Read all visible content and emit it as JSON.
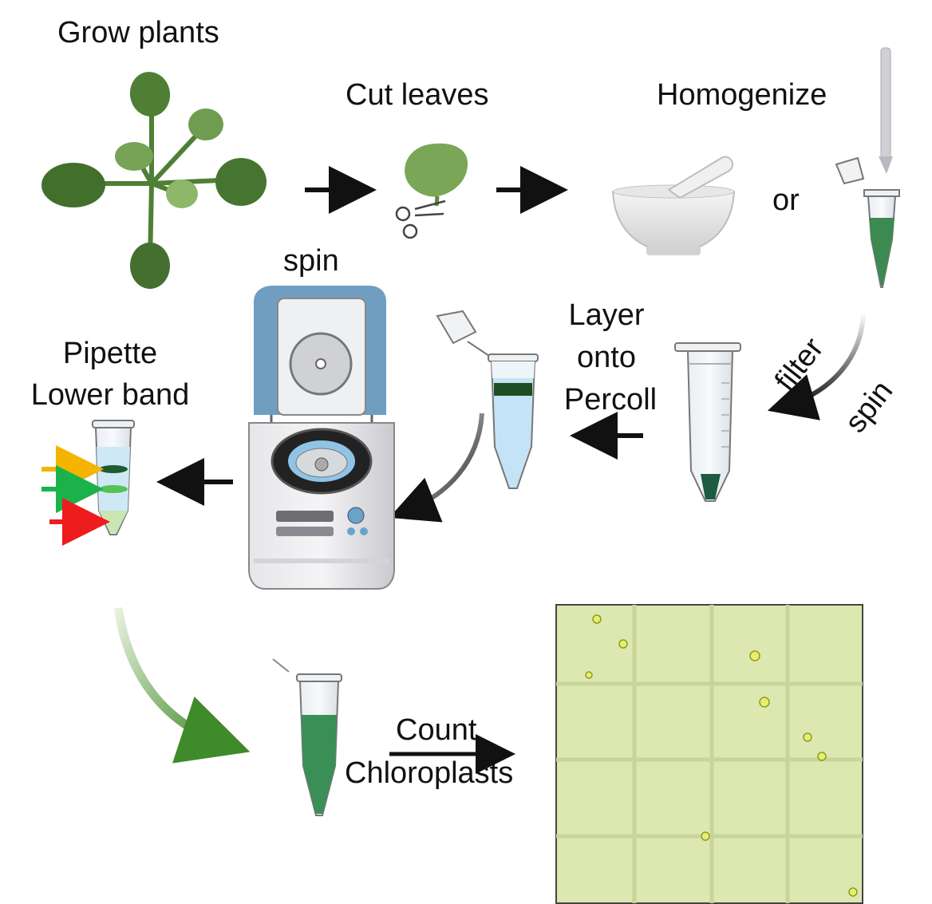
{
  "steps": {
    "grow": "Grow plants",
    "cut": "Cut leaves",
    "homogenize": "Homogenize",
    "or": "or",
    "filter": "filter",
    "spin2": "spin",
    "layer_1": "Layer",
    "layer_2": "onto",
    "layer_3": "Percoll",
    "spin": "spin",
    "pipette_1": "Pipette",
    "pipette_2": "Lower band",
    "count": "Count",
    "chloroplasts": "Chloroplasts"
  },
  "colors": {
    "band_arrow_top": "#f4b400",
    "band_arrow_middle": "#1bb24b",
    "band_arrow_bottom": "#ee1c1c",
    "chloroplast_green": "#3a8f57",
    "centrifuge_lid": "#6f9ec0"
  }
}
